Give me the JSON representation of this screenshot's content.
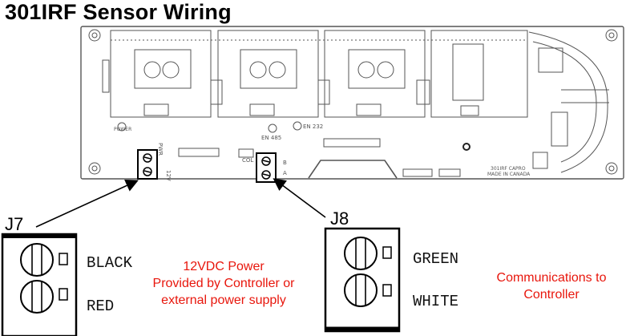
{
  "title": "301IRF Sensor Wiring",
  "board": {
    "labels": {
      "en485": "EN 485",
      "en232": "EN 232",
      "pwr": "PWR",
      "power": "POWER",
      "maker": "301IRF CAPRO",
      "made": "MADE IN CANADA",
      "volt": "12V",
      "col": "COL",
      "a": "A",
      "b": "B"
    }
  },
  "connectors": {
    "j7": {
      "label": "J7",
      "terminals": [
        "BLACK",
        "RED"
      ],
      "note_lines": [
        "12VDC Power",
        "Provided by Controller or",
        "external power supply"
      ]
    },
    "j8": {
      "label": "J8",
      "terminals": [
        "GREEN",
        "WHITE"
      ],
      "note_lines": [
        "Communications to",
        "Controller"
      ]
    }
  },
  "colors": {
    "note": "#e8160c",
    "board_line": "#555555",
    "text": "#111111"
  }
}
